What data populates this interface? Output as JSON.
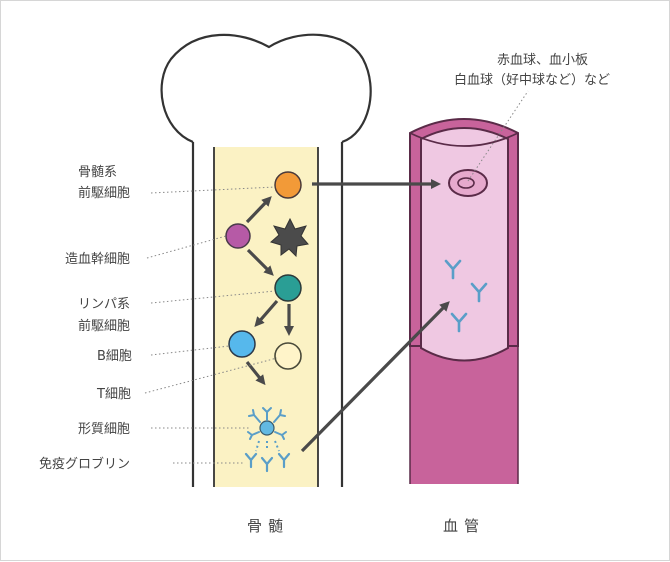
{
  "labels": {
    "myeloid": [
      "骨髄系",
      "前駆細胞"
    ],
    "stem_cell": "造血幹細胞",
    "lymphoid": [
      "リンパ系",
      "前駆細胞"
    ],
    "b_cell": "B細胞",
    "t_cell": "T細胞",
    "plasma_cell": "形質細胞",
    "immunoglobulin": "免疫グロブリン",
    "blood_cells": [
      "赤血球、血小板",
      "白血球（好中球など）など"
    ]
  },
  "captions": {
    "bone_marrow": "骨髄",
    "blood_vessel": "血管"
  },
  "colors": {
    "marrow_fill": "#fbf2c4",
    "vessel_outer": "#c8639b",
    "vessel_inner": "#efc8e2",
    "stem_cell": "#b65aa6",
    "myeloid_cell": "#f29a38",
    "megakaryocyte": "#4b4b4b",
    "lymphoid_cell": "#2a9e95",
    "b_cell": "#56b8ec",
    "t_cell": "#fff4c9",
    "plasma_cell": "#62b9e2",
    "antibody": "#5a9ec8",
    "arrow": "#4a4a4a"
  }
}
